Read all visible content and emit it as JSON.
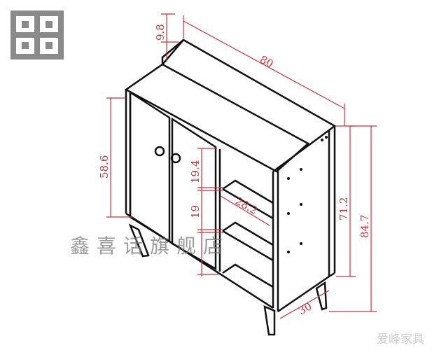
{
  "dimensions": {
    "backsplash_height": "9.8",
    "width": "80",
    "door_height": "58.6",
    "upper_shelf_gap": "19.4",
    "middle_shelf_gap": "19",
    "shelf_depth": "28.2",
    "body_height": "71.2",
    "total_height": "84.7",
    "depth": "30"
  },
  "watermark_store": "鑫喜话旗舰店",
  "watermark_brand": "爱峰家具",
  "colors": {
    "dimension": "#c8323c",
    "outline": "#111111",
    "logo": "#8a8a8a"
  }
}
